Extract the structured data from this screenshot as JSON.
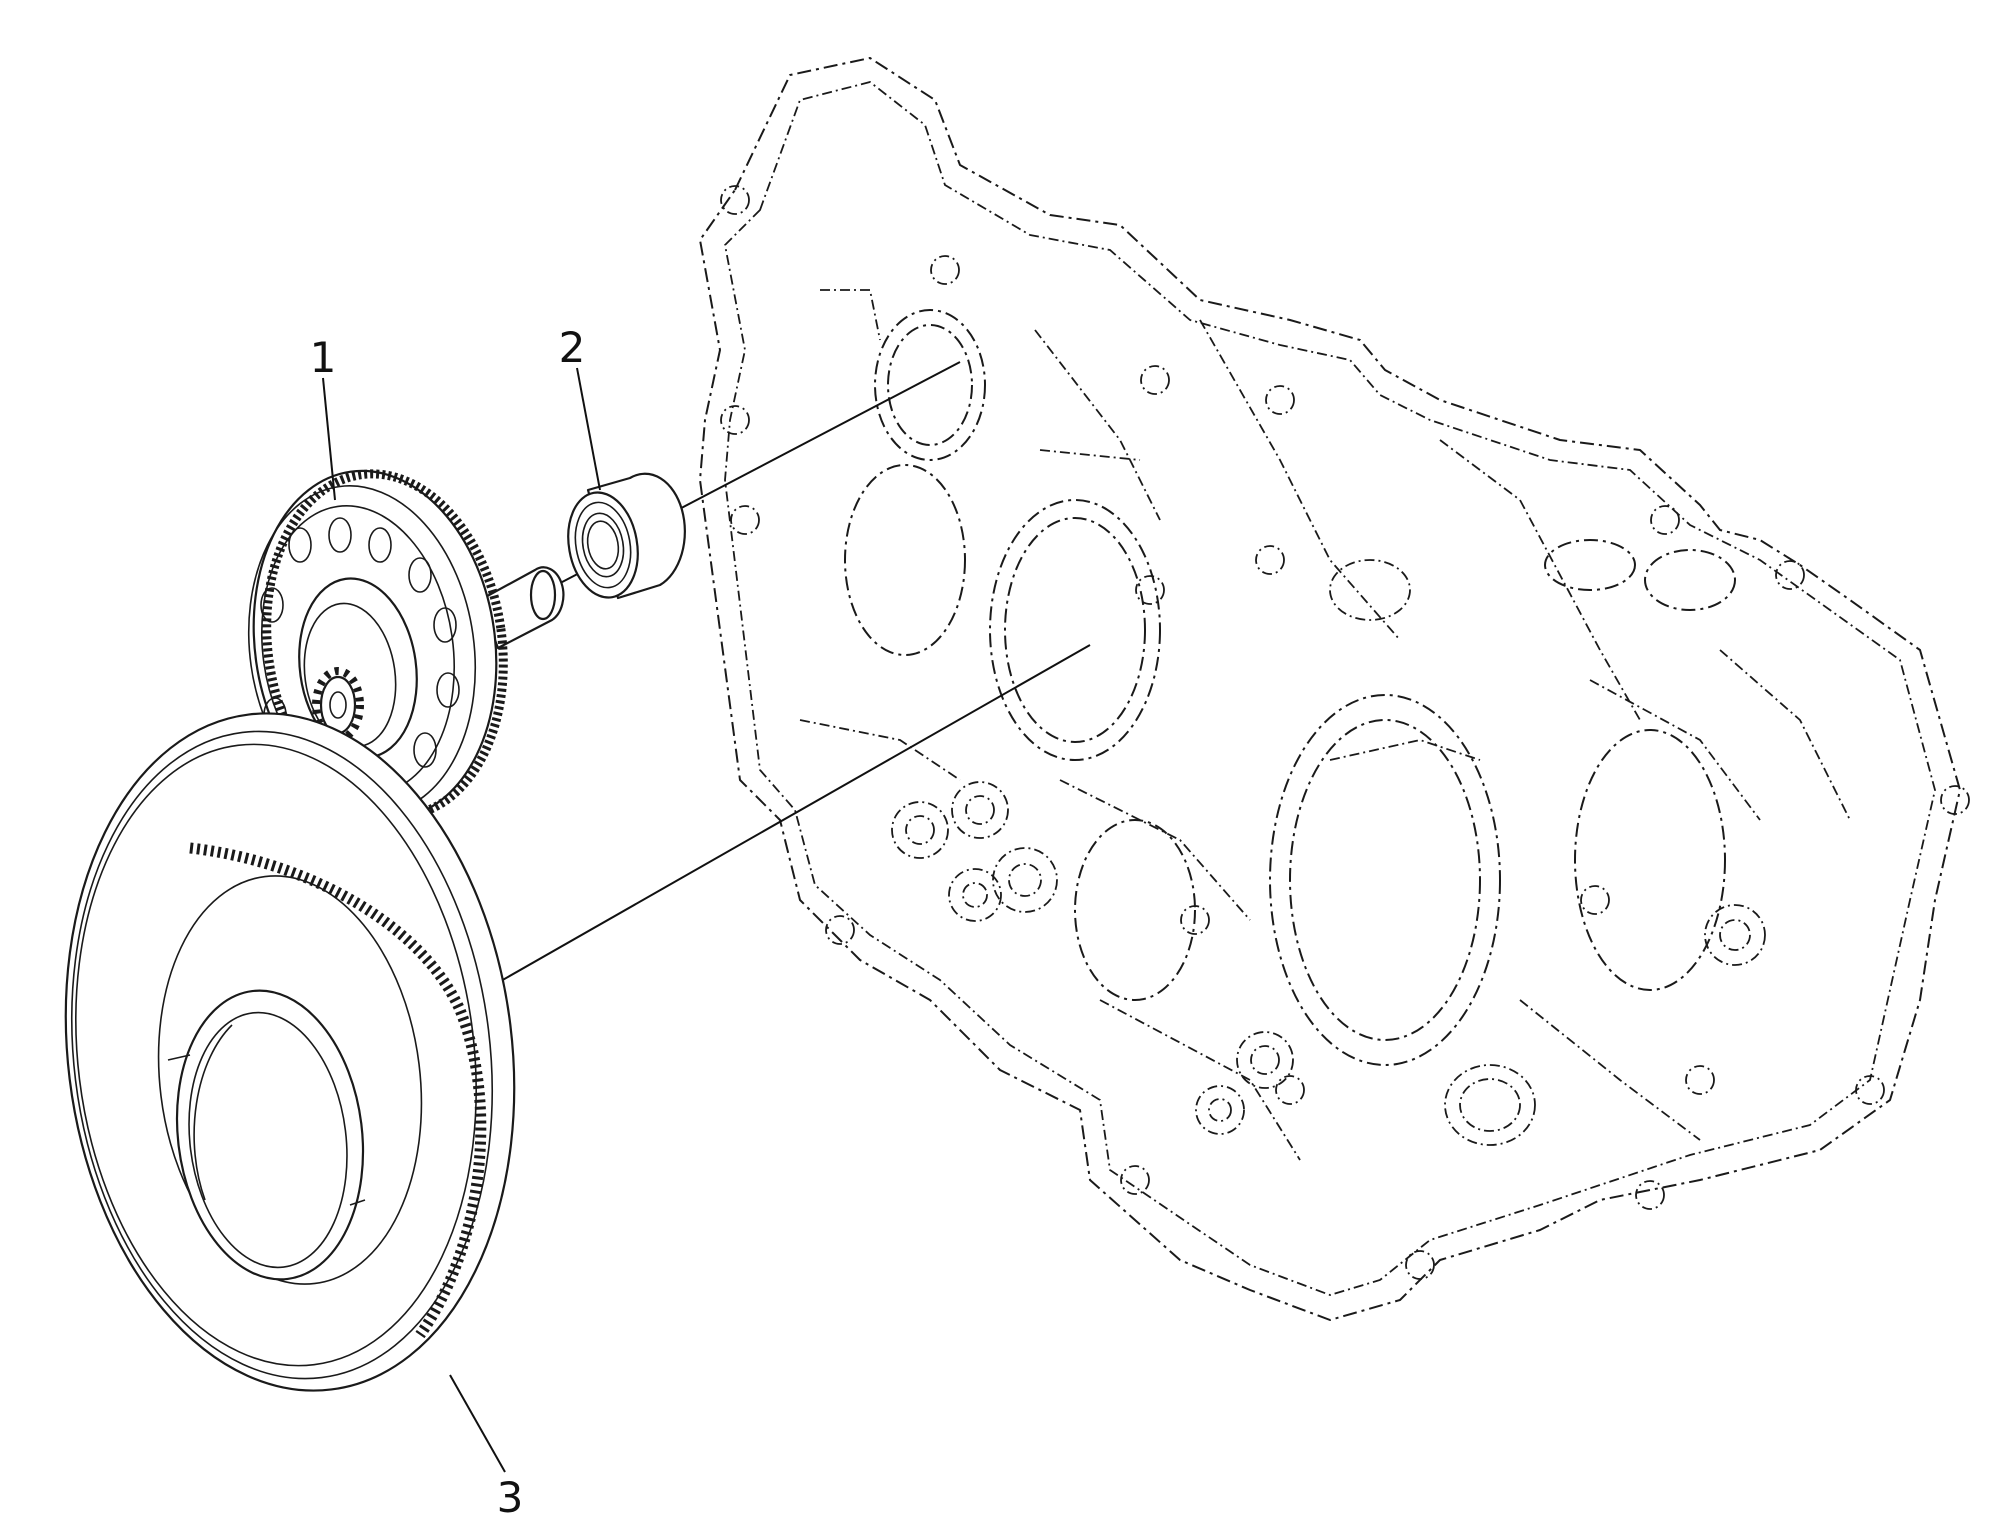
{
  "diagram": {
    "callouts": [
      {
        "id": "1",
        "label": "1"
      },
      {
        "id": "2",
        "label": "2"
      },
      {
        "id": "3",
        "label": "3"
      }
    ]
  },
  "colors": {
    "line": "#1a1a1a",
    "background": "#ffffff"
  }
}
